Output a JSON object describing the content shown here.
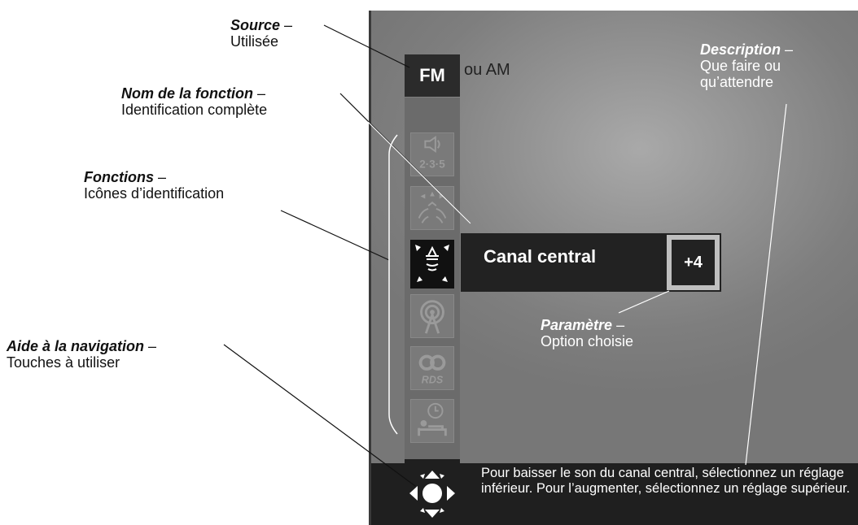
{
  "callouts": {
    "source": {
      "title": "Source",
      "sep": " –",
      "desc": "Utilisée"
    },
    "function_name": {
      "title": "Nom de la fonction",
      "sep": " –",
      "desc": "Identification complète"
    },
    "functions": {
      "title": "Fonctions",
      "sep": " –",
      "desc": "Icônes d’identification"
    },
    "navigation": {
      "title": "Aide à la navigation",
      "sep": " –",
      "desc": "Touches à utiliser"
    },
    "description": {
      "title": "Description",
      "sep": " –",
      "desc_line1": "Que faire ou",
      "desc_line2": "qu’attendre"
    },
    "parameter": {
      "title": "Paramètre",
      "sep": " –",
      "desc": "Option choisie"
    }
  },
  "screen": {
    "source_label": "FM",
    "source_alt": "ou AM",
    "function_name": "Canal central",
    "parameter_value": "+4",
    "description_text": "Pour baisser le son du canal central, sélectionnez un réglage inférieur. Pour l’augmenter, sélectionnez un réglage supérieur.",
    "icons": [
      "speaker-2-3-5-icon",
      "surround-speakers-icon",
      "center-channel-icon",
      "antenna-icon",
      "rds-icon",
      "sleep-timer-icon"
    ],
    "icon_texts": {
      "speaker": "2·3·5",
      "rds": "RDS"
    }
  }
}
